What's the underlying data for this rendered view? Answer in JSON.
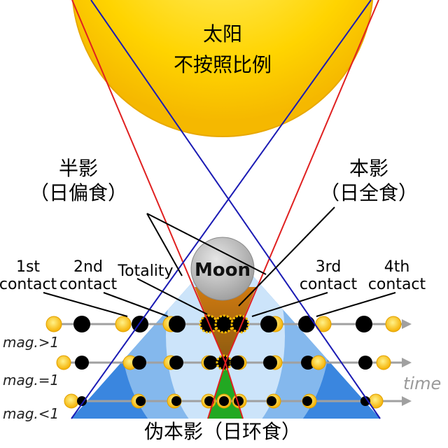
{
  "sun": {
    "line1": "太阳",
    "line2": "不按照比例"
  },
  "labels": {
    "penumbra": {
      "line1": "半影",
      "line2": "（日偏食）"
    },
    "umbra": {
      "line1": "本影",
      "line2": "（日全食）"
    },
    "antumbra": "伪本影（日环食）",
    "moon": "Moon",
    "first_contact": {
      "line1": "1st",
      "line2": "contact"
    },
    "second_contact": {
      "line1": "2nd",
      "line2": "contact"
    },
    "totality": "Totality",
    "third_contact": {
      "line1": "3rd",
      "line2": "contact"
    },
    "fourth_contact": {
      "line1": "4th",
      "line2": "contact"
    }
  },
  "rows": [
    {
      "label": "mag.>1"
    },
    {
      "label": "mag.=1"
    },
    {
      "label": "mag.<1"
    }
  ],
  "time_label": "time",
  "colors": {
    "sun": "#ffd200",
    "sun_edge": "#f0b000",
    "umbra_line": "#e02020",
    "penumbra_line": "#1a1ab4",
    "penumbra_fill": "#2a7ad8",
    "umbra_fill": "#b86a10",
    "antumbra_fill": "#20a020",
    "moon": "#c8c8c8",
    "timeline": "#a0a0a0"
  }
}
